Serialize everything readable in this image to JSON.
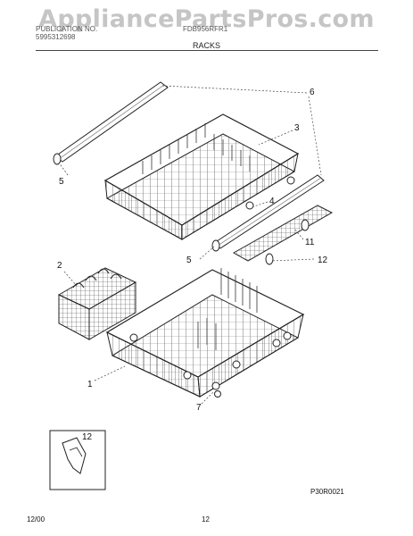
{
  "watermark": "AppliancePartsPros.com",
  "header": {
    "left_line1": "PUBLICATION NO.",
    "left_line2": "5995312698",
    "center_line1": "FDB956RFR1",
    "section_title": "RACKS"
  },
  "callouts": {
    "c1": "1",
    "c2": "2",
    "c3": "3",
    "c4": "4",
    "c5a": "5",
    "c5b": "5",
    "c6": "6",
    "c7": "7",
    "c11": "11",
    "c12a": "12",
    "c12b": "12"
  },
  "footer": {
    "date": "12/00",
    "page": "12",
    "diagram_code": "P30R0021"
  }
}
